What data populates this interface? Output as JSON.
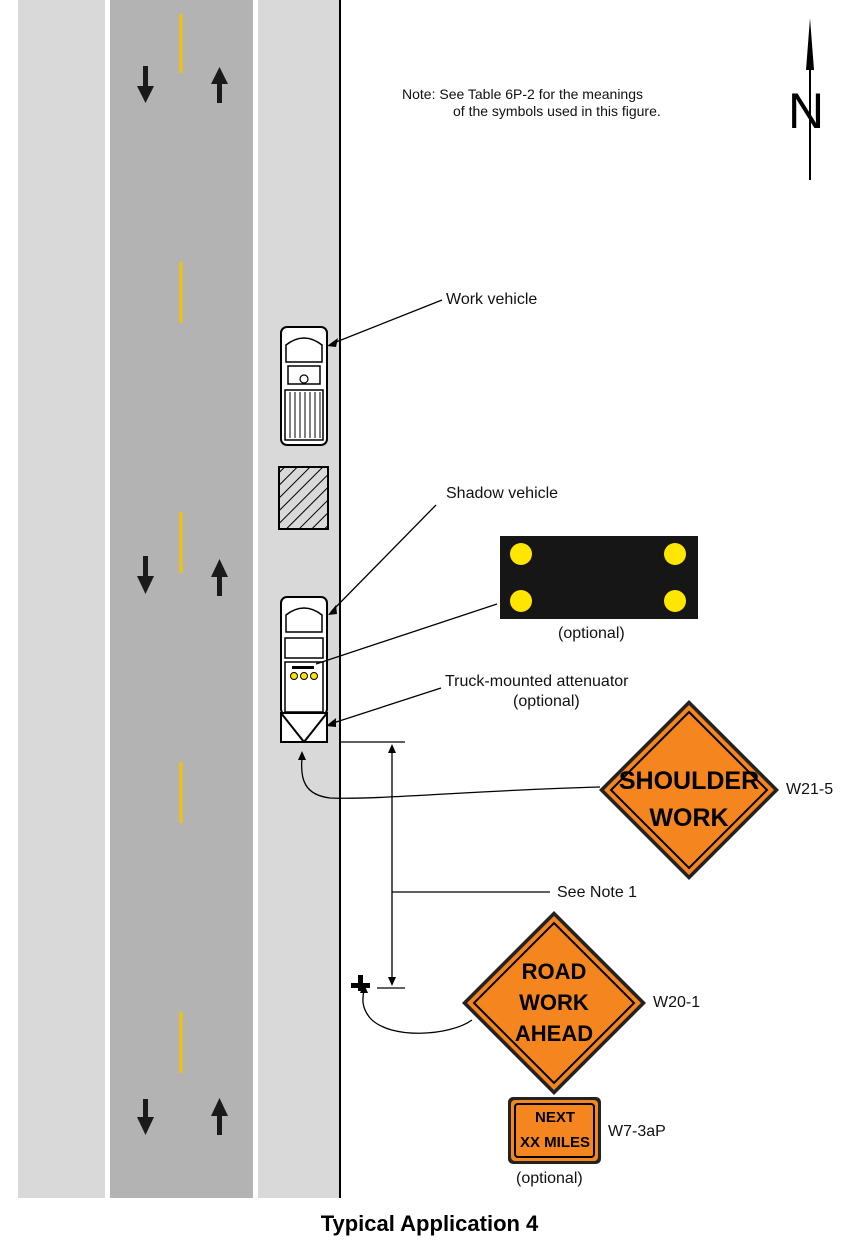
{
  "note": {
    "line1": "Note:  See Table 6P-2 for the meanings",
    "line2": "of the symbols used in this figure."
  },
  "north_label": "N",
  "labels": {
    "work_vehicle": "Work vehicle",
    "shadow_vehicle": "Shadow vehicle",
    "arrow_board_optional": "(optional)",
    "tma_line1": "Truck-mounted attenuator",
    "tma_line2": "(optional)",
    "see_note": "See Note 1",
    "w7_optional": "(optional)"
  },
  "signs": {
    "w21_5": {
      "code": "W21-5",
      "line1": "SHOULDER",
      "line2": "WORK",
      "color": "#f5851f"
    },
    "w20_1": {
      "code": "W20-1",
      "line1": "ROAD",
      "line2": "WORK",
      "line3": "AHEAD",
      "color": "#f5851f"
    },
    "w7_3ap": {
      "code": "W7-3aP",
      "line1": "NEXT",
      "line2": "XX MILES",
      "color": "#f5851f"
    }
  },
  "title": "Typical Application 4",
  "colors": {
    "shoulder": "#d9d9d9",
    "travel_lane": "#b3b3b3",
    "center_line": "#f2c300",
    "arrow_board_lights": "#ffe600"
  }
}
